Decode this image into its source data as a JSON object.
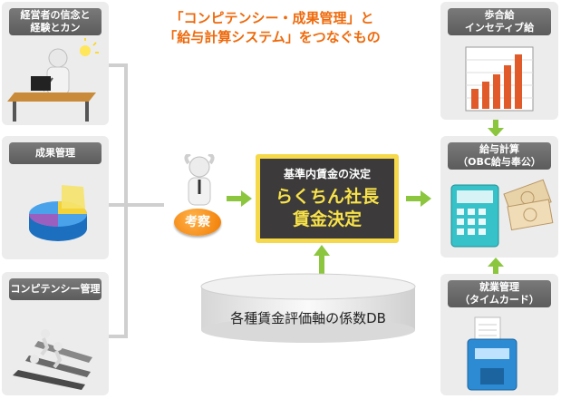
{
  "heading": {
    "line1": "「コンピテンシー・成果管理」と",
    "line2": "「給与計算システム」をつなぐもの"
  },
  "left_panels": {
    "management": {
      "title": "経営者の信念と\n経験とカン",
      "icon": "executive-at-desk-icon"
    },
    "performance": {
      "title": "成果管理",
      "icon": "3d-pie-chart-icon"
    },
    "competency": {
      "title": "コンピテンシー管理",
      "icon": "running-figures-arrows-icon"
    }
  },
  "center": {
    "consideration_label": "考察",
    "decision_subtitle": "基準内賃金の決定",
    "decision_main": "らくちん社長\n賃金決定",
    "database_label": "各種賃金評価軸の係数DB"
  },
  "right_panels": {
    "incentive": {
      "title": "歩合給\nインセティブ給",
      "icon": "bar-chart-icon"
    },
    "payroll": {
      "title": "給与計算\n（OBC給与奉公）",
      "icon": "calculator-and-cash-icon"
    },
    "attendance": {
      "title": "就業管理\n（タイムカード）",
      "icon": "time-clock-icon"
    }
  },
  "colors": {
    "heading": "#ee6a0c",
    "panel_bg": "#ececec",
    "panel_title_bg": "#6a6a6a",
    "arrow_green": "#8cc63f",
    "decision_bg": "#3c3a3a",
    "decision_border": "#f5d94a",
    "decision_text": "#f8e24a",
    "kosatsu_badge": "#f58a0e"
  }
}
